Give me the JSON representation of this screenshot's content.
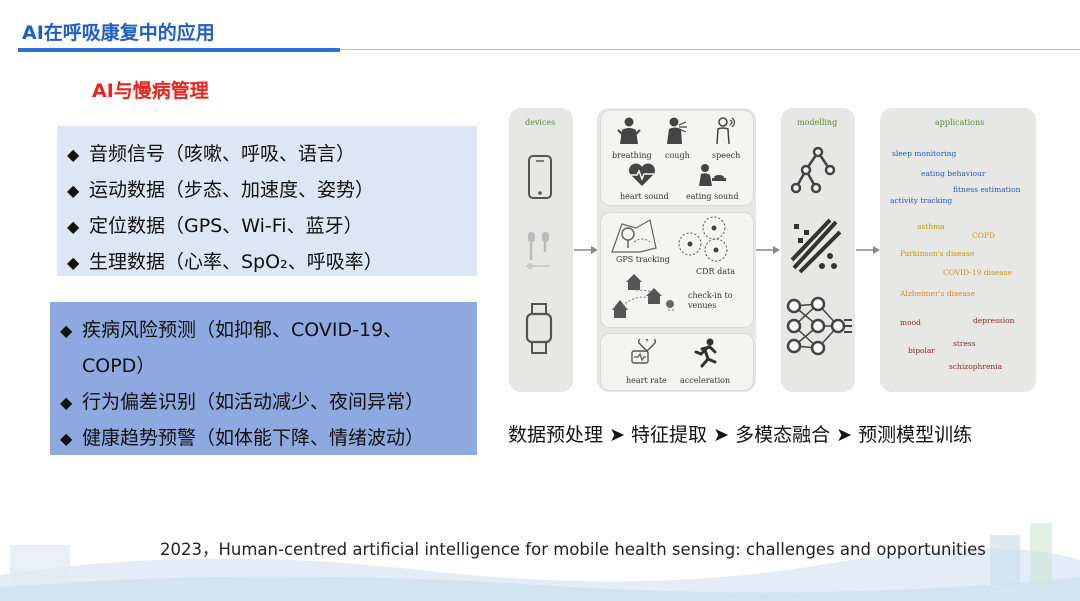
{
  "header": {
    "title": "AI在呼吸康复中的应用"
  },
  "section": {
    "subtitle": "AI与慢病管理"
  },
  "data_sources": {
    "bullet": "◆",
    "items": [
      "音频信号（咳嗽、呼吸、语言）",
      "运动数据（步态、加速度、姿势）",
      "定位数据（GPS、Wi-Fi、蓝牙）",
      "生理数据（心率、SpO₂、呼吸率）"
    ]
  },
  "applications_list": {
    "bullet": "◆",
    "item1_line1": "疾病风险预测（如抑郁、COVID-19、",
    "item1_line2": "COPD）",
    "item2": "行为偏差识别（如活动减少、夜间异常）",
    "item3": "健康趋势预警（如体能下降、情绪波动）"
  },
  "figure": {
    "devices_header": "devices",
    "modelling_header": "modelling",
    "applications_header": "applications",
    "audio": {
      "breathing": "breathing",
      "cough": "cough",
      "speech": "speech",
      "heart_sound": "heart sound",
      "eating_sound": "eating sound"
    },
    "location": {
      "gps": "GPS tracking",
      "cdr": "CDR data",
      "checkin1": "check-in to",
      "checkin2": "venues"
    },
    "motion": {
      "heart_rate": "heart rate",
      "acceleration": "acceleration"
    },
    "apps": {
      "sleep": "sleep monitoring",
      "eating": "eating behaviour",
      "fitness": "fitness estimation",
      "activity": "activity tracking",
      "asthma": "asthma",
      "copd": "COPD",
      "parkinson": "Parkinson's disease",
      "covid": "COVID-19 disease",
      "alzheimer": "Alzheimer's disease",
      "mood": "mood",
      "depression": "depression",
      "stress": "stress",
      "bipolar": "bipolar",
      "schizo": "schizophrenia"
    }
  },
  "pipeline": {
    "step1": "数据预处理",
    "step2": "特征提取",
    "step3": "多模态融合",
    "step4": "预测模型训练",
    "arrow": "➤"
  },
  "citation": "2023，Human-centred artificial intelligence for mobile health sensing: challenges and opportunities"
}
